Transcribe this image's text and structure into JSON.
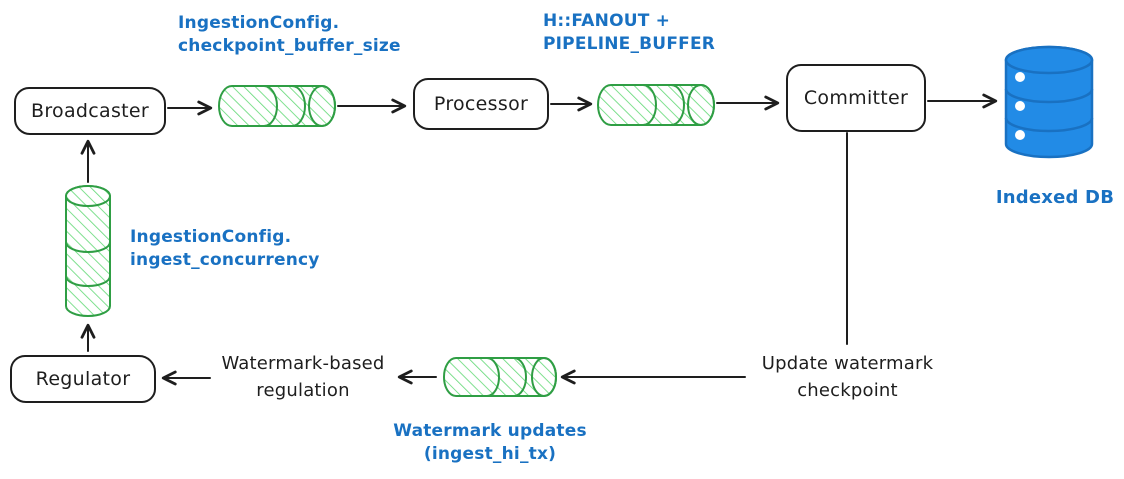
{
  "nodes": {
    "broadcaster": {
      "label": "Broadcaster"
    },
    "processor": {
      "label": "Processor"
    },
    "committer": {
      "label": "Committer"
    },
    "regulator": {
      "label": "Regulator"
    },
    "indexed_db": {
      "label": "Indexed DB"
    }
  },
  "queues": {
    "checkpoint_buffer": {
      "line1": "IngestionConfig.",
      "line2": "checkpoint_buffer_size"
    },
    "pipeline_buffer": {
      "line1": "H::FANOUT +",
      "line2": "PIPELINE_BUFFER"
    },
    "ingest_concurrency": {
      "line1": "IngestionConfig.",
      "line2": "ingest_concurrency"
    },
    "watermark_updates": {
      "line1": "Watermark updates",
      "line2": "(ingest_hi_tx)"
    }
  },
  "annotations": {
    "watermark_regulation": {
      "line1": "Watermark-based",
      "line2": "regulation"
    },
    "update_watermark_checkpoint": {
      "line1": "Update watermark",
      "line2": "checkpoint"
    }
  },
  "colors": {
    "label_blue": "#1971c2",
    "green_stroke": "#2f9e44",
    "green_hatch": "#69db7c",
    "db_fill": "#228be6",
    "db_stroke": "#1971c2",
    "line_black": "#1e1e1e"
  }
}
